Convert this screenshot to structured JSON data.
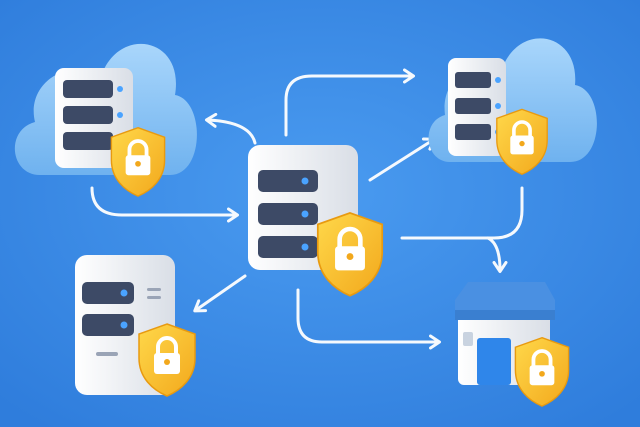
{
  "illustration": {
    "subject": "network-of-secured-servers",
    "nodes": [
      {
        "id": "cloud-server-top-left",
        "icon": "cloud-server-icon",
        "badge": "shield-lock-icon"
      },
      {
        "id": "central-server",
        "icon": "server-icon",
        "badge": "shield-lock-icon"
      },
      {
        "id": "cloud-server-top-right",
        "icon": "cloud-server-icon",
        "badge": "shield-lock-icon"
      },
      {
        "id": "local-server-bottom-left",
        "icon": "server-icon",
        "badge": "shield-lock-icon"
      },
      {
        "id": "building-bottom-right",
        "icon": "building-icon",
        "badge": "shield-lock-icon"
      }
    ],
    "connections": [
      {
        "from": "cloud-server-top-left",
        "to": "central-server"
      },
      {
        "from": "central-server",
        "to": "cloud-server-top-left"
      },
      {
        "from": "central-server",
        "to": "cloud-server-top-right"
      },
      {
        "from": "central-server",
        "to": "building-bottom-right"
      },
      {
        "from": "cloud-server-top-right",
        "to": "building-bottom-right"
      },
      {
        "from": "central-server",
        "to": "local-server-bottom-left"
      }
    ]
  },
  "colors": {
    "background": "#3a8ae6",
    "cloud": "#8cc6f7",
    "server_body": "#f4f6f9",
    "server_slot": "#3d4a66",
    "led": "#4aa3ff",
    "shield": "#f7c229",
    "lock": "#ffffff",
    "building_roof": "#4a90e2",
    "arrow": "#ffffff"
  }
}
